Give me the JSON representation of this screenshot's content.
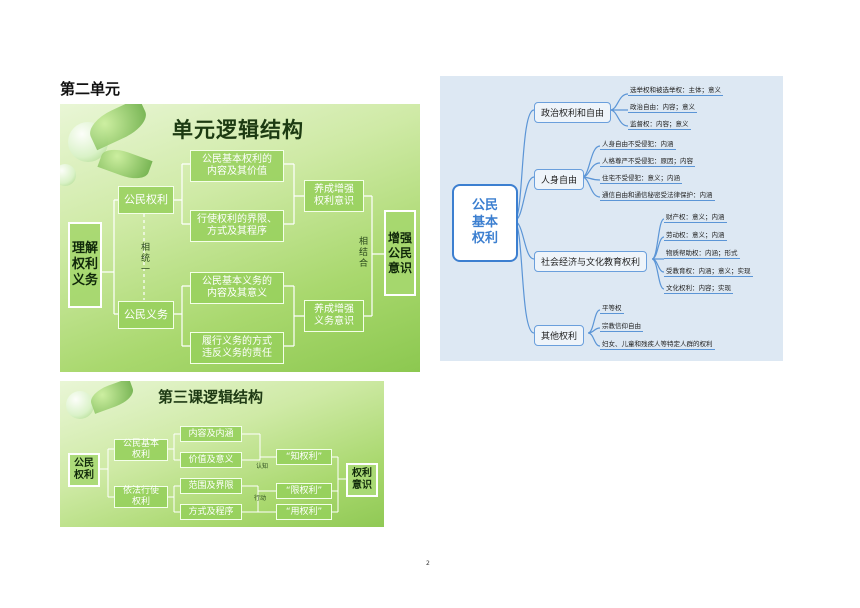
{
  "unit_title": "第二单元",
  "slide1": {
    "title": "单元逻辑结构",
    "left": "理解\n权利\n义务",
    "right": "增强\n公民\n意识",
    "rights": "公民权利",
    "duties": "公民义务",
    "rights_items": [
      "公民基本权利的\n内容及其价值",
      "行使权利的界限、\n方式及其程序"
    ],
    "duties_items": [
      "公民基本义务的\n内容及其意义",
      "履行义务的方式\n违反义务的责任"
    ],
    "rights_result": "养成增强\n权利意识",
    "duties_result": "养成增强\n义务意识",
    "link_left": "相统一",
    "link_right": "相结合"
  },
  "slide2": {
    "title": "第三课逻辑结构",
    "root": "公民\n权利",
    "branch1": "公民基本\n权利",
    "branch2": "依法行使\n权利",
    "items": [
      "内容及内涵",
      "价值及意义",
      "范围及界限",
      "方式及程序"
    ],
    "targets": [
      "“知权利”",
      "“限权利”",
      "“用权利”"
    ],
    "label_know": "认知",
    "label_act": "行动",
    "result": "权利\n意识"
  },
  "mindmap": {
    "root": "公民\n基本\n权利",
    "categories": [
      {
        "label": "政治权利和自由",
        "leaves": [
          "选举权和被选举权：主体；意义",
          "政治自由：内容；意义",
          "监督权：内容；意义"
        ]
      },
      {
        "label": "人身自由",
        "leaves": [
          "人身自由不受侵犯：内涵",
          "人格尊严不受侵犯：原因；内容",
          "住宅不受侵犯：意义；内涵",
          "通信自由和通信秘密受法律保护：内涵"
        ]
      },
      {
        "label": "社会经济与文化教育权利",
        "leaves": [
          "财产权：意义；内涵",
          "劳动权：意义；内涵",
          "物质帮助权：内涵；形式",
          "受教育权：内涵；意义；实现",
          "文化权利：内容；实现"
        ]
      },
      {
        "label": "其他权利",
        "leaves": [
          "平等权",
          "宗教信仰自由",
          "妇女、儿童和残疾人等特定人群的权利"
        ]
      }
    ]
  },
  "page_number": "2"
}
